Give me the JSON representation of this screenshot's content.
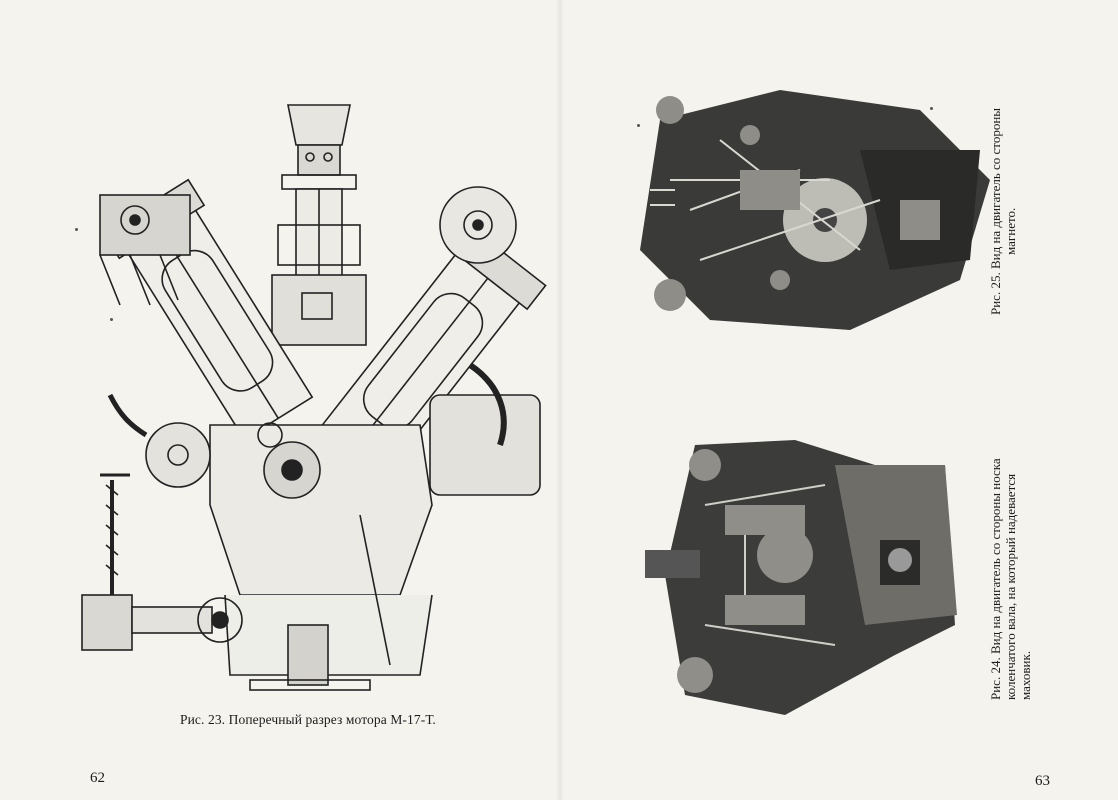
{
  "left_page": {
    "figure_caption": "Рис. 23. Поперечный разрез мотора М-17-Т.",
    "page_number": "62"
  },
  "right_page": {
    "fig25_caption_line1": "Рис. 25. Вид на двигатель со стороны",
    "fig25_caption_line2": "магнето.",
    "fig24_caption_line1": "Рис. 24. Вид на двигатель со стороны носка",
    "fig24_caption_line2": "коленчатого вала, на который надевается",
    "fig24_caption_line3": "маховик.",
    "page_number": "63"
  }
}
